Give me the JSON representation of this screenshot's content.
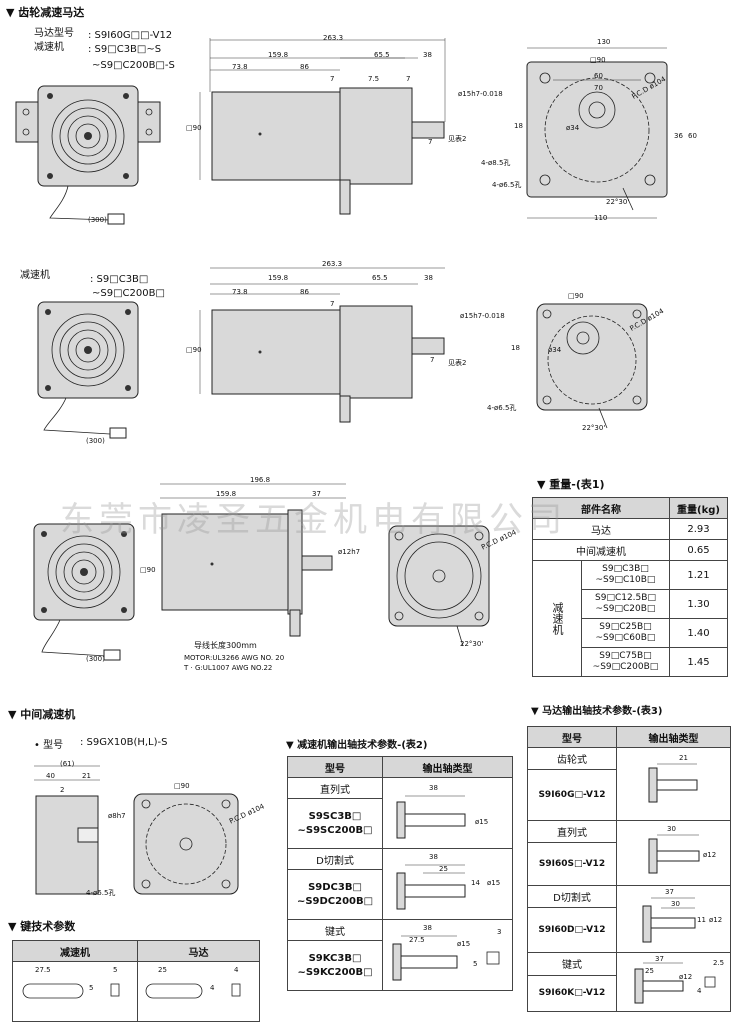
{
  "sections": {
    "gear_motor": "▼  齿轮减速马达",
    "reducer": "减速机",
    "middle_reducer": "中间减速机",
    "key_params": "键技术参数",
    "table1_title": "重量-(表1)",
    "table2_title": "减速机输出轴技术参数-(表2)",
    "table3_title": "马达输出轴技术参数-(表3)"
  },
  "model_block1": {
    "label1": "马达型号",
    "value1": ": S9I60G□□-V12",
    "label2": "减速机",
    "value2": ": S9□C3B□~S",
    "value3": "~S9□C200B□-S"
  },
  "model_block2": {
    "label": "减速机",
    "value1": ": S9□C3B□",
    "value2": "~S9□C200B□"
  },
  "model_block3": {
    "label": "型号",
    "value": ": S9GX10B(H,L)-S"
  },
  "dims_row1": {
    "total": "263.3",
    "d159": "159.8",
    "d65": "65.5",
    "d38": "38",
    "d73": "73.8",
    "d86": "86",
    "d7a": "7",
    "d75": "7.5",
    "d7b": "7",
    "d7c": "7",
    "sq90": "□90",
    "shaft": "ø15h7-0.018",
    "see2": "见表2",
    "cable": "(300)",
    "front_130": "130",
    "front_sq90": "□90",
    "front_60": "60",
    "front_70": "70",
    "pcd": "P.C.D ø104",
    "d34": "ø34",
    "d18": "18",
    "d36": "36",
    "d60r": "60",
    "hole85": "4-ø8.5孔",
    "hole65": "4-ø6.5孔",
    "angle": "22°30'",
    "w110": "110"
  },
  "dims_row2": {
    "total": "263.3",
    "d159": "159.8",
    "d65": "65.5",
    "d38": "38",
    "d73": "73.8",
    "d86": "86",
    "d7a": "7",
    "d7b": "7",
    "sq90": "□90",
    "shaft": "ø15h7-0.018",
    "see2": "见表2",
    "cable": "(300)",
    "front_sq90": "□90",
    "pcd": "P.C.D ø104",
    "d34": "ø34",
    "d18": "18",
    "hole65": "4-ø6.5孔",
    "angle": "22°30'"
  },
  "dims_row3": {
    "total": "196.8",
    "d159": "159.8",
    "d37": "37",
    "sq90": "□90",
    "shaft": "ø12h7",
    "cable": "(300)",
    "pcd": "P.C.D ø104",
    "angle": "22°30'",
    "lead_note": "导线长度300mm",
    "motor_ul": "MOTOR:UL3266 AWG NO. 20",
    "tg_ul": "T · G:UL1007 AWG NO.22"
  },
  "dims_row4": {
    "d61": "(61)",
    "d40": "40",
    "d21": "21",
    "d2": "2",
    "shaft": "ø8h7",
    "sq90": "□90",
    "pcd": "P.C.D ø104",
    "hole65": "4-ø6.5孔"
  },
  "table1": {
    "headers": [
      "部件名称",
      "重量(kg)"
    ],
    "rows": [
      {
        "name": "马达",
        "weight": "2.93"
      },
      {
        "name": "中间减速机",
        "weight": "0.65"
      }
    ],
    "group_label": "减速机",
    "group_rows": [
      {
        "model1": "S9□C3B□",
        "model2": "~S9□C10B□",
        "weight": "1.21"
      },
      {
        "model1": "S9□C12.5B□",
        "model2": "~S9□C20B□",
        "weight": "1.30"
      },
      {
        "model1": "S9□C25B□",
        "model2": "~S9□C60B□",
        "weight": "1.40"
      },
      {
        "model1": "S9□C75B□",
        "model2": "~S9□C200B□",
        "weight": "1.45"
      }
    ]
  },
  "table2": {
    "headers": [
      "型号",
      "输出轴类型"
    ],
    "rows": [
      {
        "type": "直列式",
        "model1": "S9SC3B□",
        "model2": "~S9SC200B□",
        "dims": [
          "38",
          "ø15"
        ]
      },
      {
        "type": "D切割式",
        "model1": "S9DC3B□",
        "model2": "~S9DC200B□",
        "dims": [
          "38",
          "25",
          "14",
          "ø15"
        ]
      },
      {
        "type": "键式",
        "model1": "S9KC3B□",
        "model2": "~S9KC200B□",
        "dims": [
          "38",
          "27.5",
          "ø15",
          "5",
          "3"
        ]
      }
    ]
  },
  "table3": {
    "headers": [
      "型号",
      "输出轴类型"
    ],
    "rows": [
      {
        "type": "齿轮式",
        "model": "S9I60G□-V12",
        "dims": [
          "21"
        ]
      },
      {
        "type": "直列式",
        "model": "S9I60S□-V12",
        "dims": [
          "30",
          "ø12"
        ]
      },
      {
        "type": "D切割式",
        "model": "S9I60D□-V12",
        "dims": [
          "37",
          "30",
          "11",
          "ø12"
        ]
      },
      {
        "type": "键式",
        "model": "S9I60K□-V12",
        "dims": [
          "37",
          "25",
          "ø12",
          "4",
          "2.5"
        ]
      }
    ]
  },
  "key_table": {
    "headers": [
      "减速机",
      "马达"
    ],
    "reducer_dims": [
      "27.5",
      "5",
      "5"
    ],
    "motor_dims": [
      "25",
      "4",
      "4"
    ]
  },
  "watermark": "东莞市凌圣五金机电有限公司"
}
